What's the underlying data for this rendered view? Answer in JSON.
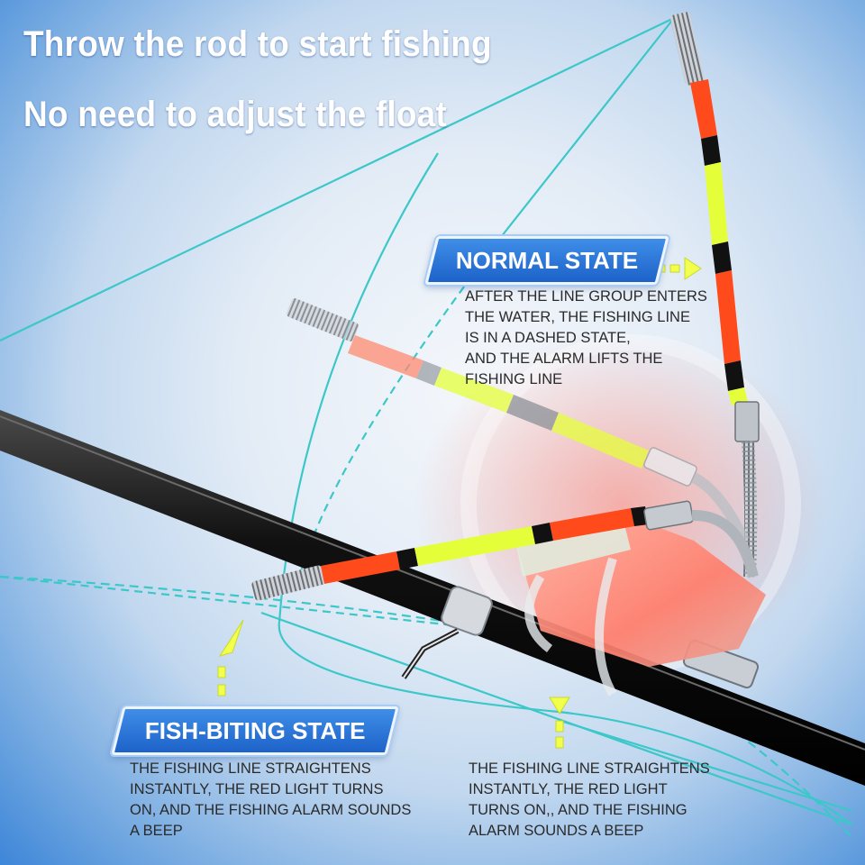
{
  "headlines": {
    "line1": "Throw the rod to start fishing",
    "line2": "No need to adjust the float"
  },
  "normal_state": {
    "label": "NORMAL STATE",
    "description": "AFTER THE LINE GROUP ENTERS\nTHE WATER, THE FISHING LINE\nIS IN A DASHED STATE,\nAND THE ALARM LIFTS THE\nFISHING LINE"
  },
  "fish_biting_state": {
    "label": "FISH-BITING STATE",
    "description_left": "THE FISHING LINE STRAIGHTENS\nINSTANTLY, THE RED LIGHT TURNS\nON, AND THE FISHING ALARM SOUNDS\nA BEEP",
    "description_right": "THE FISHING LINE STRAIGHTENS\nINSTANTLY, THE RED LIGHT\nTURNS  ON,, AND THE FISHING\nALARM SOUNDS A BEEP"
  },
  "colors": {
    "line_cyan": "#3cc7c9",
    "float_red": "#ff4a1c",
    "float_yellow": "#e4ff3a",
    "rod_black": "#111111",
    "badge_blue": "#1d62c9",
    "arrow_yellow": "#f2ff4d"
  }
}
